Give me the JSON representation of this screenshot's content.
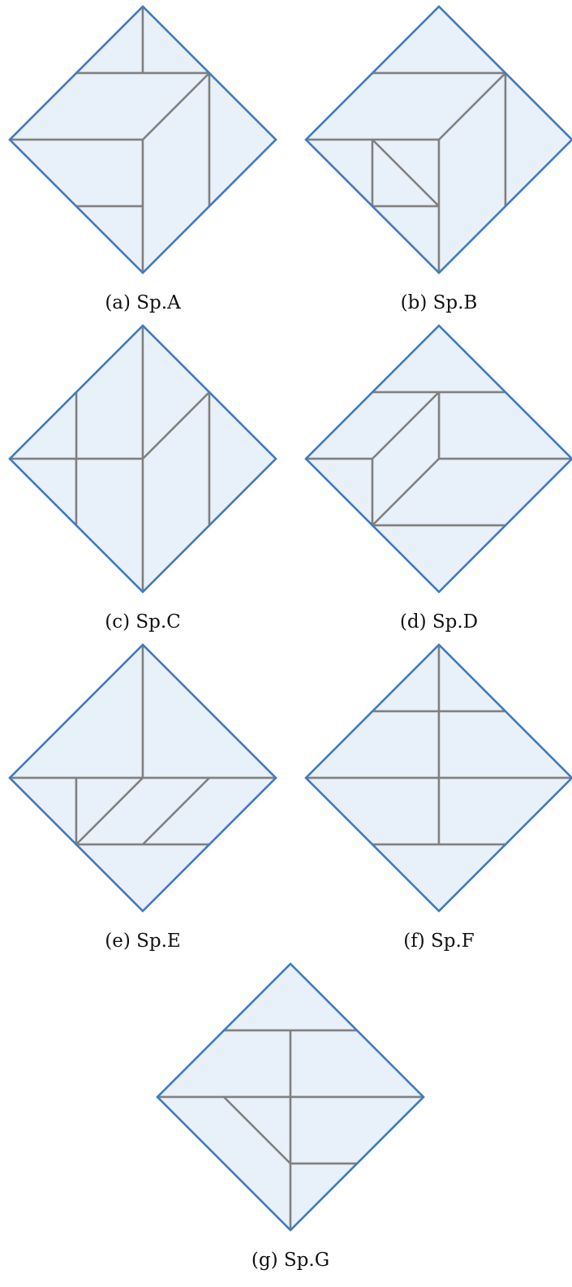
{
  "figure": {
    "panels": [
      {
        "id": "a",
        "caption": "(a) Sp.A",
        "pieces": [
          [
            [
              0,
              0
            ],
            [
              -1,
              1
            ],
            [
              0,
              1
            ]
          ],
          [
            [
              0,
              0
            ],
            [
              0,
              1
            ],
            [
              1,
              1
            ]
          ],
          [
            [
              -1,
              1
            ],
            [
              1,
              1
            ],
            [
              0,
              2
            ],
            [
              -2,
              2
            ]
          ],
          [
            [
              -2,
              2
            ],
            [
              0,
              2
            ],
            [
              0,
              3
            ],
            [
              -1,
              3
            ]
          ],
          [
            [
              -1,
              3
            ],
            [
              0,
              3
            ],
            [
              0,
              4
            ]
          ],
          [
            [
              1,
              1
            ],
            [
              1,
              3
            ],
            [
              0,
              4
            ],
            [
              0,
              2
            ]
          ],
          [
            [
              1,
              1
            ],
            [
              2,
              2
            ],
            [
              1,
              3
            ]
          ]
        ]
      },
      {
        "id": "b",
        "caption": "(b) Sp.B",
        "pieces": [
          [
            [
              0,
              0
            ],
            [
              -1,
              1
            ],
            [
              1,
              1
            ]
          ],
          [
            [
              -1,
              1
            ],
            [
              1,
              1
            ],
            [
              0,
              2
            ],
            [
              -2,
              2
            ]
          ],
          [
            [
              -2,
              2
            ],
            [
              -1,
              2
            ],
            [
              -1,
              3
            ]
          ],
          [
            [
              -1,
              2
            ],
            [
              0,
              2
            ],
            [
              0,
              3
            ]
          ],
          [
            [
              -1,
              2
            ],
            [
              0,
              3
            ],
            [
              -1,
              3
            ]
          ],
          [
            [
              -1,
              3
            ],
            [
              0,
              3
            ],
            [
              0,
              4
            ]
          ],
          [
            [
              1,
              1
            ],
            [
              1,
              3
            ],
            [
              0,
              4
            ],
            [
              0,
              2
            ]
          ],
          [
            [
              1,
              1
            ],
            [
              2,
              2
            ],
            [
              1,
              3
            ]
          ]
        ]
      },
      {
        "id": "c",
        "caption": "(c) Sp.C",
        "pieces": [
          [
            [
              0,
              0
            ],
            [
              -1,
              1
            ],
            [
              -1,
              2
            ],
            [
              0,
              2
            ]
          ],
          [
            [
              -1,
              1
            ],
            [
              -2,
              2
            ],
            [
              -1,
              2
            ]
          ],
          [
            [
              -2,
              2
            ],
            [
              -1,
              2
            ],
            [
              -1,
              3
            ]
          ],
          [
            [
              -1,
              2
            ],
            [
              0,
              2
            ],
            [
              0,
              4
            ],
            [
              -1,
              3
            ]
          ],
          [
            [
              0,
              0
            ],
            [
              1,
              1
            ],
            [
              0,
              2
            ]
          ],
          [
            [
              1,
              1
            ],
            [
              1,
              3
            ],
            [
              0,
              4
            ],
            [
              0,
              2
            ]
          ],
          [
            [
              1,
              1
            ],
            [
              2,
              2
            ],
            [
              1,
              3
            ]
          ]
        ]
      },
      {
        "id": "d",
        "caption": "(d) Sp.D",
        "pieces": [
          [
            [
              0,
              0
            ],
            [
              -1,
              1
            ],
            [
              1,
              1
            ]
          ],
          [
            [
              -1,
              1
            ],
            [
              0,
              1
            ],
            [
              -1,
              2
            ],
            [
              -2,
              2
            ]
          ],
          [
            [
              0,
              1
            ],
            [
              1,
              1
            ],
            [
              2,
              2
            ],
            [
              0,
              2
            ]
          ],
          [
            [
              -2,
              2
            ],
            [
              -1,
              2
            ],
            [
              -1,
              3
            ]
          ],
          [
            [
              0,
              1
            ],
            [
              0,
              2
            ],
            [
              -1,
              3
            ],
            [
              -1,
              2
            ]
          ],
          [
            [
              0,
              2
            ],
            [
              2,
              2
            ],
            [
              1,
              3
            ],
            [
              -1,
              3
            ]
          ],
          [
            [
              -1,
              3
            ],
            [
              1,
              3
            ],
            [
              0,
              4
            ]
          ]
        ]
      },
      {
        "id": "e",
        "caption": "(e) Sp.E",
        "pieces": [
          [
            [
              0,
              0
            ],
            [
              -2,
              2
            ],
            [
              0,
              2
            ]
          ],
          [
            [
              0,
              0
            ],
            [
              0,
              2
            ],
            [
              2,
              2
            ]
          ],
          [
            [
              -2,
              2
            ],
            [
              -1,
              2
            ],
            [
              -1,
              3
            ]
          ],
          [
            [
              -1,
              2
            ],
            [
              0,
              2
            ],
            [
              -1,
              3
            ]
          ],
          [
            [
              0,
              2
            ],
            [
              1,
              2
            ],
            [
              0,
              3
            ],
            [
              -1,
              3
            ]
          ],
          [
            [
              1,
              2
            ],
            [
              2,
              2
            ],
            [
              1,
              3
            ],
            [
              0,
              3
            ]
          ],
          [
            [
              -1,
              3
            ],
            [
              1,
              3
            ],
            [
              0,
              4
            ]
          ]
        ]
      },
      {
        "id": "f",
        "caption": "(f) Sp.F",
        "pieces": [
          [
            [
              0,
              0
            ],
            [
              -1,
              1
            ],
            [
              0,
              1
            ]
          ],
          [
            [
              0,
              0
            ],
            [
              0,
              1
            ],
            [
              1,
              1
            ]
          ],
          [
            [
              -1,
              1
            ],
            [
              0,
              1
            ],
            [
              0,
              2
            ],
            [
              -2,
              2
            ]
          ],
          [
            [
              0,
              1
            ],
            [
              1,
              1
            ],
            [
              2,
              2
            ],
            [
              0,
              2
            ]
          ],
          [
            [
              -2,
              2
            ],
            [
              0,
              2
            ],
            [
              0,
              3
            ],
            [
              -1,
              3
            ]
          ],
          [
            [
              0,
              2
            ],
            [
              2,
              2
            ],
            [
              1,
              3
            ],
            [
              0,
              3
            ]
          ],
          [
            [
              -1,
              3
            ],
            [
              1,
              3
            ],
            [
              0,
              4
            ]
          ]
        ]
      },
      {
        "id": "g",
        "caption": "(g) Sp.G",
        "pieces": [
          [
            [
              0,
              0
            ],
            [
              -1,
              1
            ],
            [
              1,
              1
            ]
          ],
          [
            [
              -1,
              1
            ],
            [
              0,
              1
            ],
            [
              0,
              2
            ],
            [
              -2,
              2
            ]
          ],
          [
            [
              0,
              1
            ],
            [
              1,
              1
            ],
            [
              2,
              2
            ],
            [
              0,
              2
            ]
          ],
          [
            [
              -2,
              2
            ],
            [
              -1,
              2
            ],
            [
              0,
              3
            ],
            [
              0,
              4
            ]
          ],
          [
            [
              -1,
              2
            ],
            [
              0,
              2
            ],
            [
              0,
              3
            ]
          ],
          [
            [
              0,
              2
            ],
            [
              2,
              2
            ],
            [
              1,
              3
            ],
            [
              0,
              3
            ]
          ],
          [
            [
              0,
              3
            ],
            [
              1,
              3
            ],
            [
              0,
              4
            ]
          ]
        ]
      }
    ]
  },
  "colors": {
    "fill": "#e8f0fa",
    "outline": "#3e7cc4",
    "divider": "#808080",
    "caption": "#111111"
  }
}
